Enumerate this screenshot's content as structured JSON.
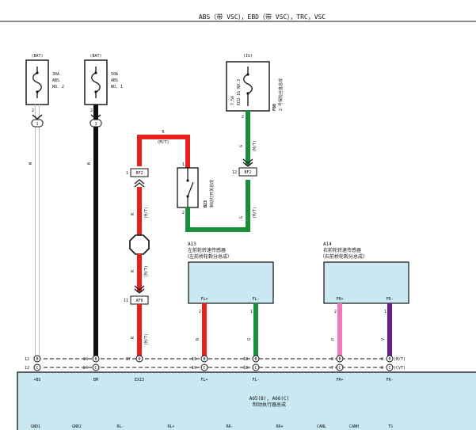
{
  "header": {
    "title": "ABS（带 VSC），EBD（带 VSC），TRC，VSC"
  },
  "fuses": [
    {
      "supply": "(BAT)",
      "rating": "30A",
      "line2": "ABS",
      "line3": "NO. 2",
      "pin": "2",
      "junction": "1",
      "wire": "W"
    },
    {
      "supply": "(BAT)",
      "rating": "50A",
      "line2": "ABS",
      "line3": "NO. 1",
      "pin": "2",
      "junction": "1",
      "wire": "B"
    },
    {
      "supply": "(IG)",
      "rating": "7.5A",
      "line2": "ECU-IG NO.3",
      "pin": "2",
      "code": "F80",
      "desc": "2 号保险丝盒总成",
      "wire": "G",
      "route": "(M/T)"
    }
  ],
  "switch": {
    "code": "B23",
    "name": "制动灯开关总成",
    "pin_top": "1",
    "pin_bottom": "2",
    "wire_in": "R",
    "wire_in_route": "(M/T)",
    "wire_out": "G",
    "wire_out_route": "(M/T)"
  },
  "connectors": {
    "bf2_left_pin": "1",
    "bf2_left_label": "BF2",
    "bf2_right_pin": "12",
    "bf2_right_label": "BF2",
    "af8_pin": "11",
    "af8_label": "AF8"
  },
  "left_branch": {
    "wire1": "R",
    "route1": "(M/T)",
    "wire2": "R",
    "route2": "(M/T)",
    "wire3": "R",
    "route3": "(M/T)"
  },
  "sensors": [
    {
      "code": "A13",
      "name": "左前轮转速传感器",
      "sub": "（左前桥轮毂分总成）",
      "pins": [
        "FL+",
        "FL-"
      ],
      "pin_nums": [
        "2",
        "1"
      ],
      "wires": [
        "R",
        "G"
      ]
    },
    {
      "code": "A14",
      "name": "右前轮转速传感器",
      "sub": "（右前桥轮毂分总成）",
      "pins": [
        "FR+",
        "FR-"
      ],
      "pin_nums": [
        "2",
        "1"
      ],
      "wires": [
        "P",
        "V"
      ]
    }
  ],
  "connector_rows": [
    {
      "pins": [
        "12",
        "24",
        "27",
        "19",
        "18",
        "8",
        "6"
      ],
      "letter": "B",
      "note": "(M/T)"
    },
    {
      "pins": [
        "12",
        "24",
        "",
        "19",
        "18",
        "7",
        "6"
      ],
      "letter": "C",
      "note": "(CVT)"
    }
  ],
  "ecu": {
    "top_labels": [
      "+BS",
      "BM",
      "EXI3",
      "FL+",
      "FL-",
      "FR+",
      "FR-"
    ],
    "title_code": "A65(B), A66(C)",
    "title_name": "制动执行器总成",
    "bottom_labels": [
      "GND1",
      "GND2",
      "RL-",
      "RL+",
      "RR-",
      "RR+",
      "CANL",
      "CANH",
      "TS"
    ]
  },
  "colors": {
    "red": "#e8201c",
    "black": "#111111",
    "green": "#1a8f3a",
    "pink": "#f07ab8",
    "violet": "#6a1f8a",
    "white_wire": "#d0d0d0",
    "box": "#c9e8f2"
  }
}
